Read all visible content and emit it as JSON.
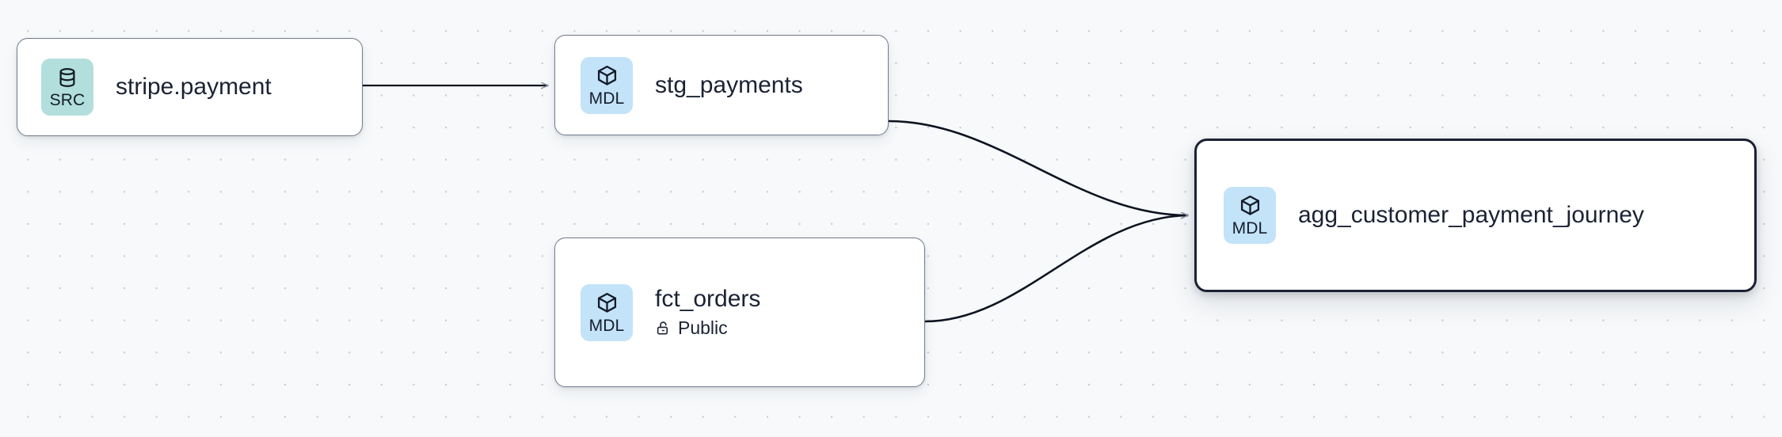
{
  "canvas": {
    "background_color": "#f7f9fb",
    "dot_color": "#c2c7d0",
    "edge_color": "#0d1320",
    "selected_border_color": "#1a2133",
    "node_border_color": "#717a8c",
    "badge_src_color": "#b2dfdb",
    "badge_mdl_color": "#c3e3f8",
    "text_color": "#1b2234"
  },
  "nodes": [
    {
      "id": "stripe-payment",
      "badge_icon": "database-icon",
      "badge_label": "SRC",
      "title": "stripe.payment",
      "subtitle": null,
      "subtitle_icon": null,
      "selected": false
    },
    {
      "id": "stg-payments",
      "badge_icon": "cube-icon",
      "badge_label": "MDL",
      "title": "stg_payments",
      "subtitle": null,
      "subtitle_icon": null,
      "selected": false
    },
    {
      "id": "fct-orders",
      "badge_icon": "cube-icon",
      "badge_label": "MDL",
      "title": "fct_orders",
      "subtitle": "Public",
      "subtitle_icon": "unlock-icon",
      "selected": false
    },
    {
      "id": "agg-journey",
      "badge_icon": "cube-icon",
      "badge_label": "MDL",
      "title": "agg_customer_payment_journey",
      "subtitle": null,
      "subtitle_icon": null,
      "selected": true
    }
  ],
  "edges": [
    {
      "id": "edge-stripe-to-stg",
      "from": "stripe-payment",
      "to": "stg-payments",
      "style": "straight-arrow"
    },
    {
      "id": "edge-stg-to-agg",
      "from": "stg-payments",
      "to": "agg-journey",
      "style": "bezier-arrow"
    },
    {
      "id": "edge-fct-to-agg",
      "from": "fct-orders",
      "to": "agg-journey",
      "style": "bezier-arrow"
    }
  ]
}
